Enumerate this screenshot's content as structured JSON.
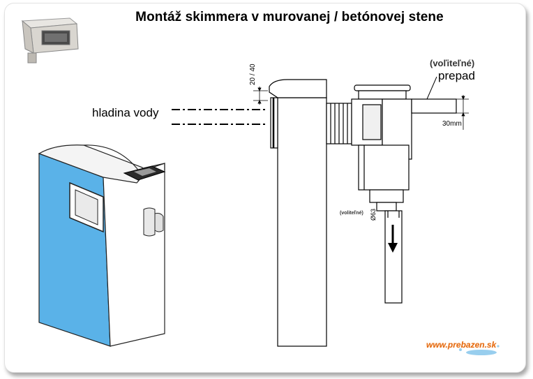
{
  "title": "Montáž skimmera v murovanej / betónovej stene",
  "labels": {
    "water_level": "hladina vody",
    "optional_top": "(voľiteľné)",
    "overflow": "prepad",
    "overflow_gap": "30mm",
    "depth_range": "20 / 40",
    "optional_small": "(voliteľné)",
    "pipe_diameter": "Ø63"
  },
  "brand": "www.prebazen.sk",
  "colors": {
    "pool_wall": "#5ab2e8",
    "brand": "#e46a12"
  }
}
